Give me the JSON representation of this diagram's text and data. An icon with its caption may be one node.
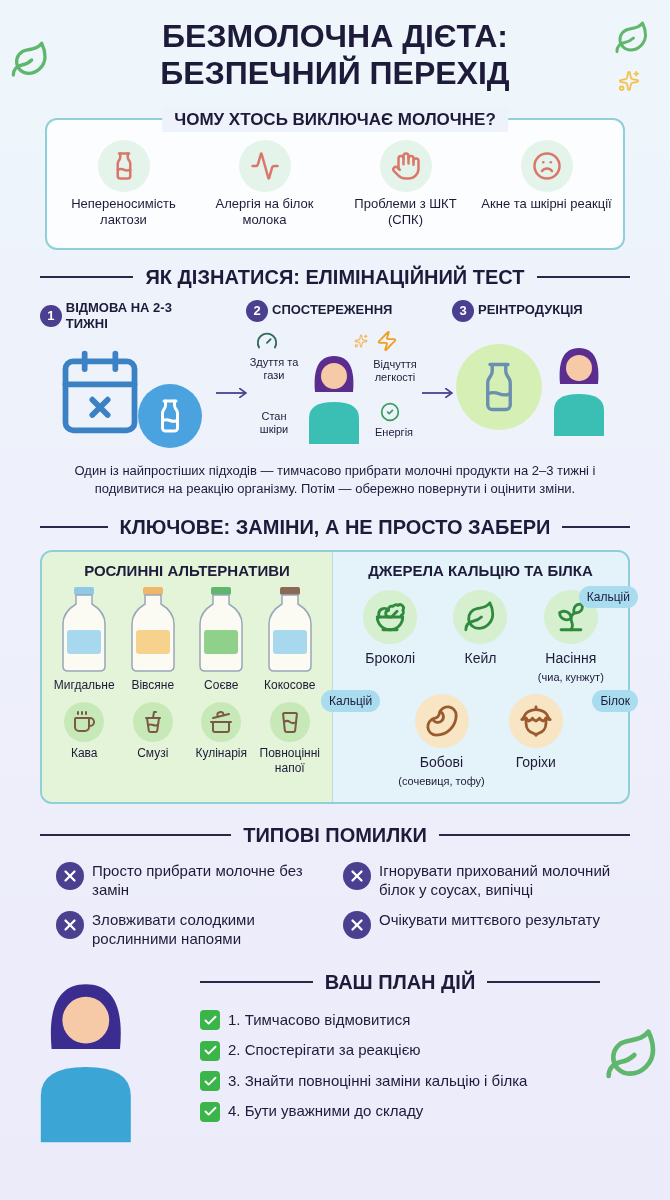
{
  "diagram": {
    "title": "БЕЗМОЛОЧНА ДІЄТА: БЕЗПЕЧНИЙ ПЕРЕХІД",
    "nodes": [
      {
        "text": [
          "ЧОМУ ХТОСЬ ВИКЛЮЧАЄ МОЛОЧНЕ?"
        ]
      },
      {
        "text": [
          "1",
          "ВІДМОВА НА 2-3 ТИЖНІ"
        ]
      },
      {
        "text": [
          "2",
          "СПОСТЕРЕЖЕННЯ",
          "Здуття та гази",
          "Відчуття легкості",
          "Стан шкіри",
          "Енергія"
        ]
      },
      {
        "text": [
          "3",
          "РЕІНТРОДУКЦІЯ"
        ]
      },
      {
        "text": [
          "РОСЛИННІ АЛЬТЕРНАТИВИ"
        ]
      },
      {
        "text": [
          "ДЖЕРЕЛА КАЛЬЦІЮ ТА БІЛКА"
        ]
      },
      {
        "text": [
          "Кальцій"
        ],
        "in": 5
      },
      {
        "text": [
          "Кальцій"
        ],
        "in": 5
      },
      {
        "text": [
          "Білок"
        ],
        "in": 5
      }
    ],
    "edges": [
      {
        "from": 1,
        "to": 2,
        "arrow": "to"
      },
      {
        "from": 2,
        "to": 3,
        "arrow": "to"
      }
    ],
    "labels": [
      "Непереносимість лактози",
      "Алергія на білок молока",
      "Проблеми з ШКТ (СПК)",
      "Акне та шкірні реакції",
      "ЯК ДІЗНАТИСЯ: ЕЛІМІНАЦІЙНИЙ ТЕСТ",
      "Один із найпростіших підходів — тимчасово прибрати молочні продукти на 2–3 тижні і подивитися на реакцію організму. Потім — обережно повернути і оцінити зміни.",
      "КЛЮЧОВЕ: ЗАМІНИ, А НЕ ПРОСТО ЗАБЕРИ",
      "Мигдальне",
      "Вівсяне",
      "Соєве",
      "Кокосове",
      "Кава",
      "Смузі",
      "Кулінарія",
      "Повноцінні напої",
      "Броколі",
      "Кейл",
      "Насіння",
      "(чиа, кунжут)",
      "Бобові",
      "(сочевиця, тофу)",
      "Горіхи",
      "ТИПОВІ ПОМИЛКИ",
      "Просто прибрати молочне без замін",
      "Ігнорувати прихований молочний білок у соусах, випічці",
      "Зловживати солодкими рослинними напоями",
      "Очікувати миттєвого результату",
      "ВАШ ПЛАН ДІЙ",
      "1. Тимчасово відмовитися",
      "2. Спостерігати за реакцією",
      "3. Знайти повноцінні заміни кальцію і білка",
      "4. Бути уважними до складу"
    ]
  }
}
